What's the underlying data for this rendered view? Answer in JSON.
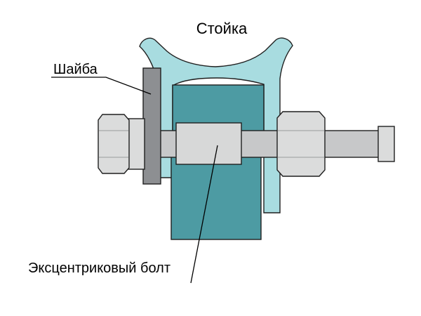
{
  "diagram": {
    "labels": {
      "strut": "Стойка",
      "washer": "Шайба",
      "eccentric_bolt": "Эксцентриковый болт"
    },
    "colors": {
      "background": "#ffffff",
      "fork_teal": "#a8dce0",
      "bushing_teal": "#4d9ba3",
      "shaft_gray": "#c7c8c9",
      "cam_gray": "#d7d8d8",
      "fastener_gray": "#dbdcdc",
      "washer_gray": "#8d8f92",
      "outline": "#1f1f1f",
      "leader_line": "#000000"
    }
  }
}
